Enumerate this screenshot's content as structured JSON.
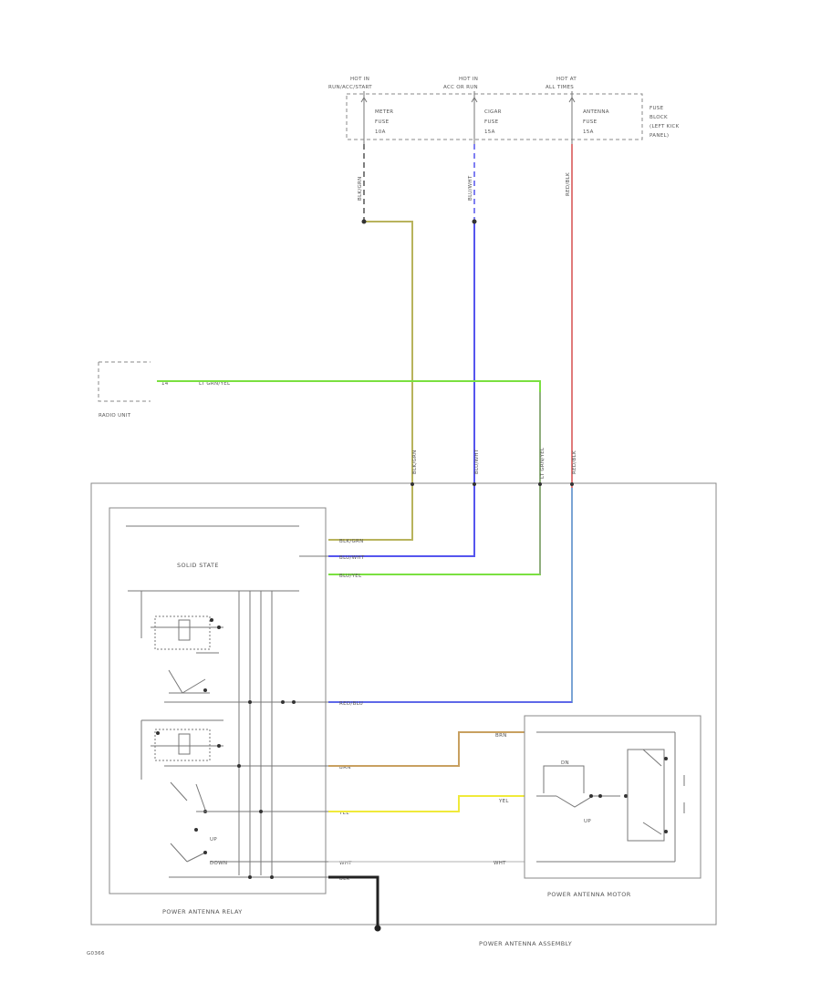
{
  "fuse_block": {
    "fuse1_hot": "HOT IN",
    "fuse1_hot2": "RUN/ACC/START",
    "fuse1_name": "METER",
    "fuse1_word": "FUSE",
    "fuse1_amp": "10A",
    "fuse2_hot": "HOT IN",
    "fuse2_hot2": "ACC OR RUN",
    "fuse2_name": "CIGAR",
    "fuse2_word": "FUSE",
    "fuse2_amp": "15A",
    "fuse3_hot": "HOT AT",
    "fuse3_hot2": "ALL TIMES",
    "fuse3_name": "ANTENNA",
    "fuse3_word": "FUSE",
    "fuse3_amp": "15A",
    "block_label_1": "FUSE",
    "block_label_2": "BLOCK",
    "block_label_3": "(LEFT KICK",
    "block_label_4": "PANEL)"
  },
  "wire_labels": {
    "fuse1_down": "BLK/GRN",
    "fuse2_down": "BLU/WHT",
    "fuse3_down": "RED/BLK",
    "radio_wire": "LT GRN/YEL",
    "c1_vertical": "BLK/GRN",
    "c2_vertical": "BLU/WHT",
    "c3_vertical": "LT GRN/YEL",
    "c4_vertical": "RED/BLK",
    "pin1": "BLK/GRN",
    "pin2": "BLU/WHT",
    "pin3": "BLU/YEL",
    "pin4": "RED/BLU",
    "pin5": "BRN",
    "pin6": "YEL",
    "pin7": "WHT",
    "pin8": "BLK",
    "motor_brn": "BRN",
    "motor_yel": "YEL",
    "motor_wht": "WHT"
  },
  "radio": {
    "pin": "14",
    "name": "RADIO UNIT"
  },
  "relay": {
    "solid_state": "SOLID STATE",
    "up": "UP",
    "down": "DOWN",
    "name": "POWER ANTENNA RELAY"
  },
  "motor": {
    "up": "UP",
    "dn": "DN",
    "name": "POWER ANTENNA MOTOR"
  },
  "assembly_name": "POWER ANTENNA ASSEMBLY",
  "figure_id": "G0366",
  "colors": {
    "blk_grn": "#b8b35c",
    "blu_wht": "#5555ee",
    "red_blk": "#e07a7a",
    "lt_grn_yel": "#7ae040",
    "red_blu": "#7aa4d4",
    "brn": "#c8a060",
    "yel": "#f0ea3a"
  }
}
